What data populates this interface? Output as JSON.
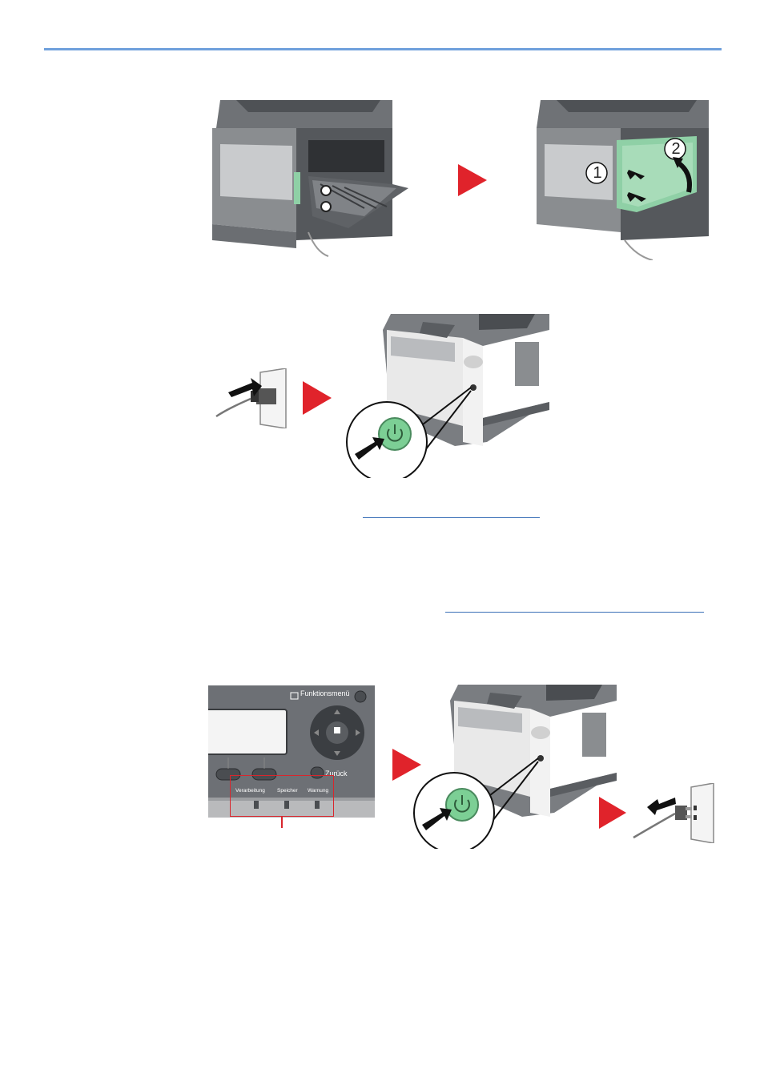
{
  "figures": {
    "rear_cover": {
      "step_labels": [
        "1",
        "2"
      ],
      "arrow_icon": "red-triangle-arrow"
    },
    "power_on": {
      "arrow_icon": "red-triangle-arrow",
      "button_icon": "power-icon"
    },
    "power_off": {
      "panel": {
        "function_menu_label": "Funktionsmenü",
        "back_label": "Zurück",
        "indicators": [
          "Verarbeitung",
          "Speicher",
          "Warnung"
        ]
      },
      "arrow_icon": "red-triangle-arrow",
      "button_icon": "power-icon"
    }
  },
  "links": [
    {
      "id": "link-1",
      "text": ""
    },
    {
      "id": "link-2",
      "text": ""
    }
  ],
  "colors": {
    "accent_rule": "#6fa0dc",
    "arrow_red": "#e0232b",
    "cover_green": "#8fd0a6",
    "power_green": "#7ccf95",
    "link_blue": "#3a6fb7",
    "callout_red": "#d8262d"
  }
}
